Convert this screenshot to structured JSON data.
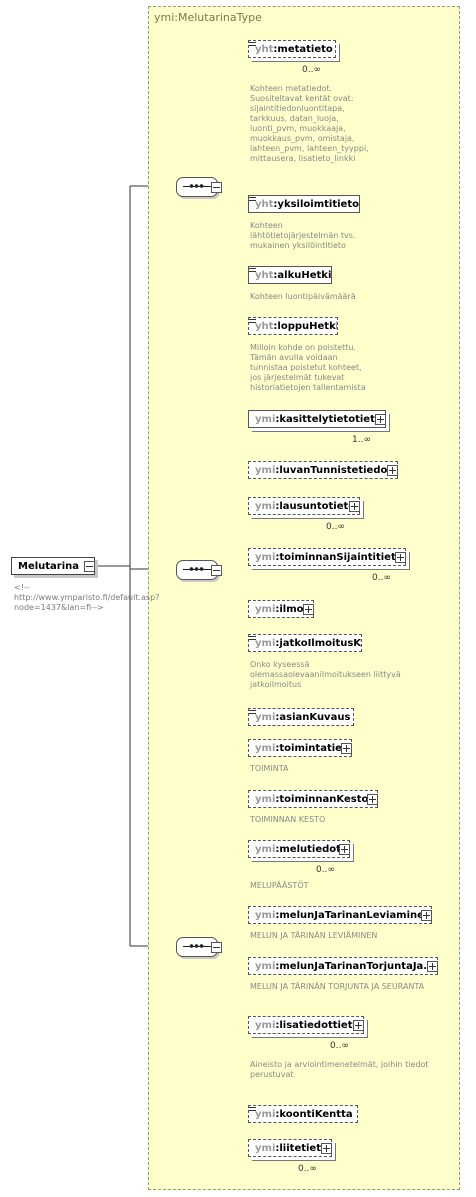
{
  "type_name": "ymi:MelutarinaType",
  "root": {
    "name": "Melutarina",
    "comment": "<!--http://www.ymparisto.fi/default.asp?node=1437&lan=fi-->"
  },
  "group1": [
    {
      "ns": "yht",
      "name": ":metatieto",
      "card": "0..∞",
      "doc": "Kohteen metatiedot. Suositeltavat kentät ovat: sijaintitiedonluontitapa, tarkkuus, datan_luoja, luonti_pvm, muokkaaja, muokkaus_pvm, omistaja, lahteen_pvm, lahteen_tyyppi, mittausera, lisatieto_linkki"
    },
    {
      "ns": "yht",
      "name": ":yksiloimtitieto",
      "card": "",
      "doc": "Kohteen lähtötietojärjestelmän tvs. mukainen yksilöintitieto"
    },
    {
      "ns": "yht",
      "name": ":alkuHetki",
      "card": "",
      "doc": "Kohteen luontipäivämäärä"
    },
    {
      "ns": "yht",
      "name": ":loppuHetki",
      "card": "",
      "doc": "Milloin kohde on poistettu. Tämän avulla voidaan tunnistaa poistetut kohteet, jos järjestelmät tukevat historiatietojen tallentamista"
    }
  ],
  "group2": [
    {
      "ns": "ymi",
      "name": ":kasittelytietotieto",
      "card": "1..∞",
      "doc": ""
    },
    {
      "ns": "ymi",
      "name": ":luvanTunnistetiedot",
      "card": "",
      "doc": ""
    },
    {
      "ns": "ymi",
      "name": ":lausuntotieto",
      "card": "0..∞",
      "doc": ""
    },
    {
      "ns": "ymi",
      "name": ":toiminnanSijaintitieto",
      "card": "0..∞",
      "doc": ""
    },
    {
      "ns": "ymi",
      "name": ":ilmoittaja",
      "card": "",
      "doc": ""
    },
    {
      "ns": "ymi",
      "name": ":jatkoIlmoitusKytkin",
      "card": "",
      "doc": "Onko kyseessä olemassaolevaanilmoitukseen liittyvä jatkoilmoitus"
    },
    {
      "ns": "ymi",
      "name": ":asianKuvaus",
      "card": "",
      "doc": ""
    }
  ],
  "group3": [
    {
      "ns": "ymi",
      "name": ":toimintatieto",
      "card": "",
      "doc": "TOIMINTA"
    },
    {
      "ns": "ymi",
      "name": ":toiminnanKesto",
      "card": "",
      "doc": "TOIMINNAN KESTO"
    },
    {
      "ns": "ymi",
      "name": ":melutiedot",
      "card": "0..∞",
      "doc": "MELUPÄÄSTÖT"
    },
    {
      "ns": "ymi",
      "name": ":melunJaTarinanLeviaminen",
      "card": "",
      "doc": "MELUN JA TÄRINÄN LEVIÄMINEN"
    },
    {
      "ns": "ymi",
      "name": ":melunJaTarinanTorjuntaJa...",
      "card": "",
      "doc": "MELUN JA TÄRINÄN TORJUNTA JA SEURANTA"
    },
    {
      "ns": "ymi",
      "name": ":lisatiedottieto",
      "card": "0..∞",
      "doc": "Aineisto ja arviointimenetelmät, joihin tiedot perustuvat"
    },
    {
      "ns": "ymi",
      "name": ":koontiKentta",
      "card": "",
      "doc": ""
    },
    {
      "ns": "ymi",
      "name": ":liitetieto",
      "card": "0..∞",
      "doc": ""
    }
  ]
}
